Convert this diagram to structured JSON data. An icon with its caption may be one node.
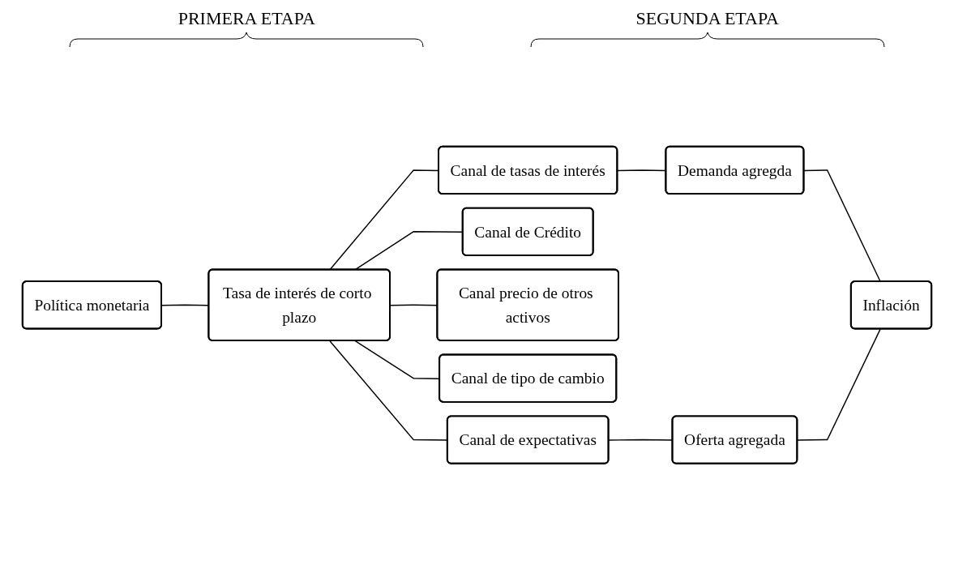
{
  "diagram": {
    "nodes": [
      {
        "text": [
          "Política monetaria"
        ]
      },
      {
        "text": [
          "Tasa de interés de corto plazo"
        ]
      },
      {
        "text": [
          "Canal de tasas de interés"
        ]
      },
      {
        "text": [
          "Canal de Crédito"
        ]
      },
      {
        "text": [
          "Canal precio de otros activos"
        ]
      },
      {
        "text": [
          "Canal de tipo de cambio"
        ]
      },
      {
        "text": [
          "Canal de expectativas"
        ]
      },
      {
        "text": [
          "Demanda agregda"
        ]
      },
      {
        "text": [
          "Oferta agregada"
        ]
      },
      {
        "text": [
          "Inflación"
        ]
      }
    ],
    "edges": [
      {
        "from": 0,
        "to": 1,
        "arrow": "none"
      },
      {
        "from": 1,
        "to": 2,
        "arrow": "none"
      },
      {
        "from": 1,
        "to": 3,
        "arrow": "none"
      },
      {
        "from": 1,
        "to": 4,
        "arrow": "none"
      },
      {
        "from": 1,
        "to": 5,
        "arrow": "none"
      },
      {
        "from": 1,
        "to": 6,
        "arrow": "none"
      },
      {
        "from": 2,
        "to": 7,
        "arrow": "none"
      },
      {
        "from": 6,
        "to": 8,
        "arrow": "none"
      },
      {
        "from": 7,
        "to": 9,
        "arrow": "none"
      },
      {
        "from": 8,
        "to": 9,
        "arrow": "none"
      }
    ],
    "labels": [
      "PRIMERA ETAPA",
      "SEGUNDA ETAPA"
    ]
  }
}
